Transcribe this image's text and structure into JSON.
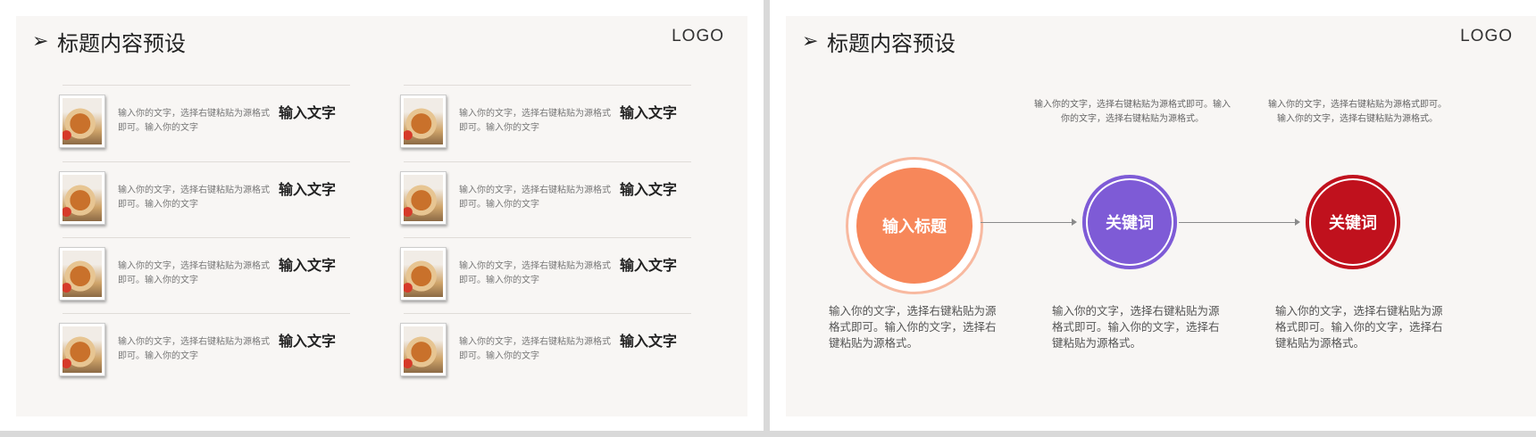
{
  "colors": {
    "accent_orange": "#f7875a",
    "orange_ring": "#f8b9a0",
    "accent_purple": "#7e5bd6",
    "purple_ring": "#9b7fe3",
    "accent_red": "#c0111d",
    "red_ring": "#d01f2b"
  },
  "left_slide": {
    "title": "标题内容预设",
    "logo": "LOGO",
    "items": [
      {
        "text": "输入你的文字，选择右键粘贴为源格式即可。输入你的文字",
        "heading": "输入文字"
      },
      {
        "text": "输入你的文字，选择右键粘贴为源格式即可。输入你的文字",
        "heading": "输入文字"
      },
      {
        "text": "输入你的文字，选择右键粘贴为源格式即可。输入你的文字",
        "heading": "输入文字"
      },
      {
        "text": "输入你的文字，选择右键粘贴为源格式即可。输入你的文字",
        "heading": "输入文字"
      },
      {
        "text": "输入你的文字，选择右键粘贴为源格式即可。输入你的文字",
        "heading": "输入文字"
      },
      {
        "text": "输入你的文字，选择右键粘贴为源格式即可。输入你的文字",
        "heading": "输入文字"
      },
      {
        "text": "输入你的文字，选择右键粘贴为源格式即可。输入你的文字",
        "heading": "输入文字"
      },
      {
        "text": "输入你的文字，选择右键粘贴为源格式即可。输入你的文字",
        "heading": "输入文字"
      }
    ]
  },
  "right_slide": {
    "title": "标题内容预设",
    "logo": "LOGO",
    "circles": [
      {
        "label": "输入标题",
        "desc": "输入你的文字，选择右键粘贴为源格式即可。输入你的文字，选择右键粘贴为源格式。"
      },
      {
        "label": "关键词",
        "desc": "输入你的文字，选择右键粘贴为源格式即可。输入你的文字，选择右键粘贴为源格式。",
        "top_desc": "输入你的文字，选择右键粘贴为源格式即可。输入你的文字，选择右键粘贴为源格式。"
      },
      {
        "label": "关键词",
        "desc": "输入你的文字，选择右键粘贴为源格式即可。输入你的文字，选择右键粘贴为源格式。",
        "top_desc": "输入你的文字，选择右键粘贴为源格式即可。输入你的文字，选择右键粘贴为源格式。"
      }
    ]
  }
}
